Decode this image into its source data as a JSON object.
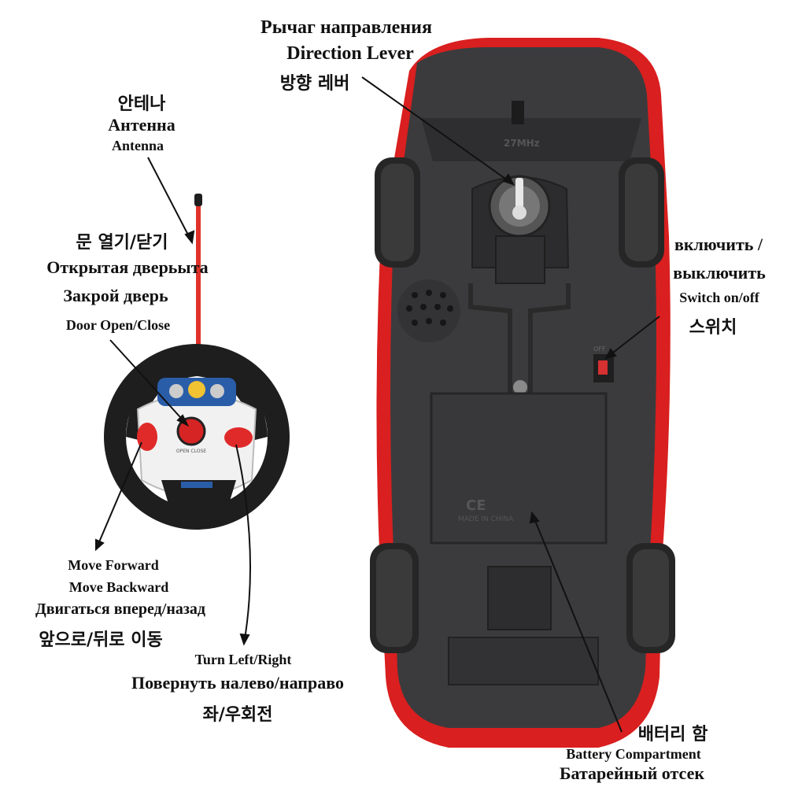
{
  "labels": {
    "direction_lever": {
      "ru": "Рычаг направления",
      "en": "Direction Lever",
      "ko": "방향 레버"
    },
    "antenna": {
      "ko": "안테나",
      "ru": "Антенна",
      "en": "Antenna"
    },
    "door": {
      "ko": "문 열기/닫기",
      "ru1": "Открытая дверьыта",
      "ru2": "Закрой дверь",
      "en": "Door Open/Close"
    },
    "switch": {
      "ru1": "включить /",
      "ru2": "выключить",
      "en": "Switch on/off",
      "ko": "스위치"
    },
    "move": {
      "en1": "Move Forward",
      "en2": "Move Backward",
      "ru": "Двигаться вперед/назад",
      "ko": "앞으로/뒤로 이동"
    },
    "turn": {
      "en": "Turn Left/Right",
      "ru": "Повернуть налево/направо",
      "ko": "좌/우회전"
    },
    "battery": {
      "ko": "배터리 함",
      "en": "Battery Compartment",
      "ru": "Батарейный отсек"
    }
  },
  "car_markings": {
    "frequency": "27MHz",
    "made_in": "MADE IN CHINA",
    "cert": "CE",
    "switch_mark": "OFF"
  },
  "remote_markings": {
    "center_button": "OPEN CLOSE"
  },
  "colors": {
    "car_body": "#d91f1f",
    "chassis": "#3a3a3c",
    "tire": "#2a2a2a",
    "antenna": "#e0322a",
    "wheel_grip": "#1e1e1e"
  }
}
